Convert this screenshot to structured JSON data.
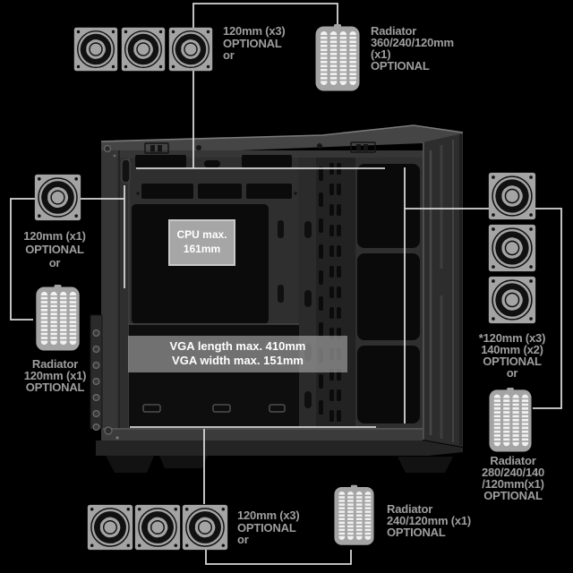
{
  "annotations": {
    "top_fans": {
      "lines": [
        "120mm (x3)",
        "OPTIONAL",
        "or"
      ]
    },
    "top_radiator": {
      "lines": [
        "Radiator",
        "360/240/120mm",
        "(x1)",
        "OPTIONAL"
      ]
    },
    "rear_fan": {
      "lines": [
        "120mm (x1)",
        "OPTIONAL",
        "or"
      ]
    },
    "rear_radiator": {
      "lines": [
        "Radiator",
        "120mm (x1)",
        "OPTIONAL"
      ]
    },
    "front_fans": {
      "lines": [
        "*120mm (x3)",
        "140mm (x2)",
        "OPTIONAL",
        "or"
      ]
    },
    "front_radiator": {
      "lines": [
        "Radiator",
        "280/240/140",
        "/120mm(x1)",
        "OPTIONAL"
      ]
    },
    "bottom_fans": {
      "lines": [
        "120mm (x3)",
        "OPTIONAL",
        "or"
      ]
    },
    "bottom_radiator": {
      "lines": [
        "Radiator",
        "240/120mm (x1)",
        "OPTIONAL"
      ]
    },
    "cpu_clearance": {
      "lines": [
        "CPU max.",
        "161mm"
      ]
    },
    "vga_clearance": {
      "lines": [
        "VGA length max. 410mm",
        "VGA width max. 151mm"
      ]
    }
  },
  "icons": {
    "fan": "fan-icon",
    "radiator": "radiator-icon"
  },
  "colors": {
    "background": "#000000",
    "label_text": "#9e9e9e",
    "icon_gray": "#a4a4a4",
    "measure_line": "#d6d6d6",
    "cpu_box_bg": "#a6a6a6",
    "cpu_box_border": "#c9c9c9",
    "vga_bar_bg": "rgba(152,152,152,0.72)",
    "overlay_text": "#ffffff",
    "case_body": "#383838",
    "case_interior": "#0b0b0b"
  }
}
